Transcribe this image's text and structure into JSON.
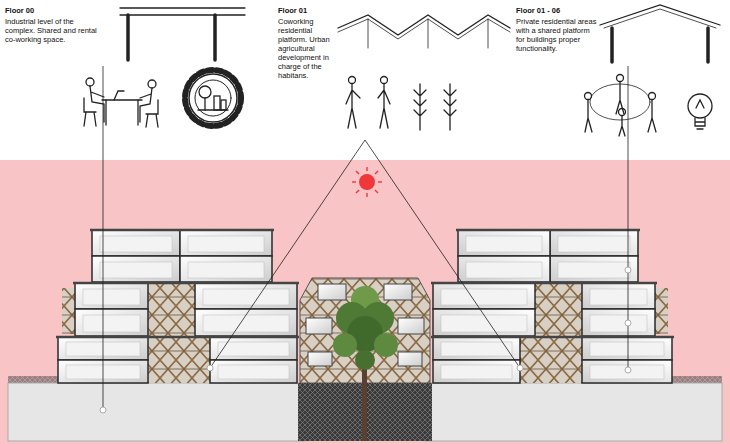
{
  "diagram": {
    "labels": [
      "Floor 00",
      "Industrial level of the complex. Shared and rental co-working space.",
      "Floor 01",
      "Coworking residential platform. Urban agricultural development in charge of the habitans.",
      "Floor 01 - 06",
      "Private residential areas with a shared platform for buildings proper functionality."
    ]
  }
}
